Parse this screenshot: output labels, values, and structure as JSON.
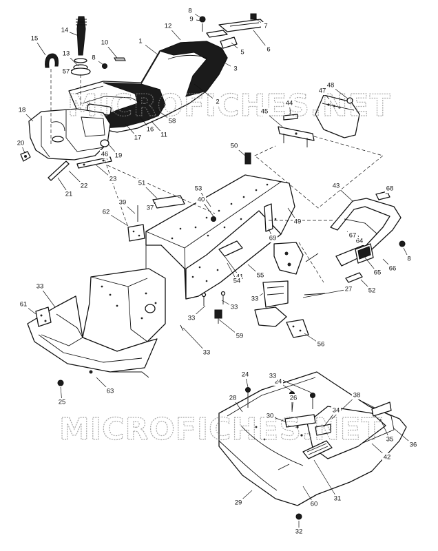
{
  "watermark": "MICROFICHES.NET",
  "callouts": [
    {
      "id": "1",
      "label": "1"
    },
    {
      "id": "2",
      "label": "2"
    },
    {
      "id": "3",
      "label": "3"
    },
    {
      "id": "5",
      "label": "5"
    },
    {
      "id": "6",
      "label": "6"
    },
    {
      "id": "7",
      "label": "7"
    },
    {
      "id": "8a",
      "label": "8"
    },
    {
      "id": "9",
      "label": "9"
    },
    {
      "id": "10",
      "label": "10"
    },
    {
      "id": "8b",
      "label": "8"
    },
    {
      "id": "11",
      "label": "11"
    },
    {
      "id": "12",
      "label": "12"
    },
    {
      "id": "13",
      "label": "13"
    },
    {
      "id": "14",
      "label": "14"
    },
    {
      "id": "15",
      "label": "15"
    },
    {
      "id": "16",
      "label": "16"
    },
    {
      "id": "17",
      "label": "17"
    },
    {
      "id": "18",
      "label": "18"
    },
    {
      "id": "19",
      "label": "19"
    },
    {
      "id": "20",
      "label": "20"
    },
    {
      "id": "21",
      "label": "21"
    },
    {
      "id": "22",
      "label": "22"
    },
    {
      "id": "23",
      "label": "23"
    },
    {
      "id": "44",
      "label": "44"
    },
    {
      "id": "45",
      "label": "45"
    },
    {
      "id": "46",
      "label": "46"
    },
    {
      "id": "47",
      "label": "47"
    },
    {
      "id": "48",
      "label": "48"
    },
    {
      "id": "50",
      "label": "50"
    },
    {
      "id": "57",
      "label": "57"
    },
    {
      "id": "58",
      "label": "58"
    },
    {
      "id": "37",
      "label": "37"
    },
    {
      "id": "39",
      "label": "39"
    },
    {
      "id": "40",
      "label": "40"
    },
    {
      "id": "41",
      "label": "41"
    },
    {
      "id": "43",
      "label": "43"
    },
    {
      "id": "49",
      "label": "49"
    },
    {
      "id": "51",
      "label": "51"
    },
    {
      "id": "53",
      "label": "53"
    },
    {
      "id": "54",
      "label": "54"
    },
    {
      "id": "55",
      "label": "55"
    },
    {
      "id": "62",
      "label": "62"
    },
    {
      "id": "64",
      "label": "64"
    },
    {
      "id": "65",
      "label": "65"
    },
    {
      "id": "66",
      "label": "66"
    },
    {
      "id": "67",
      "label": "67"
    },
    {
      "id": "68",
      "label": "68"
    },
    {
      "id": "69",
      "label": "69"
    },
    {
      "id": "8c",
      "label": "8"
    },
    {
      "id": "27",
      "label": "27"
    },
    {
      "id": "52",
      "label": "52"
    },
    {
      "id": "56",
      "label": "56"
    },
    {
      "id": "59",
      "label": "59"
    },
    {
      "id": "33a",
      "label": "33"
    },
    {
      "id": "33b",
      "label": "33"
    },
    {
      "id": "33c",
      "label": "33"
    },
    {
      "id": "33d",
      "label": "33"
    },
    {
      "id": "33e",
      "label": "33"
    },
    {
      "id": "61",
      "label": "61"
    },
    {
      "id": "63",
      "label": "63"
    },
    {
      "id": "25",
      "label": "25"
    },
    {
      "id": "24a",
      "label": "24"
    },
    {
      "id": "24b",
      "label": "24"
    },
    {
      "id": "33f",
      "label": "33"
    },
    {
      "id": "28",
      "label": "28"
    },
    {
      "id": "26",
      "label": "26"
    },
    {
      "id": "30",
      "label": "30"
    },
    {
      "id": "34",
      "label": "34"
    },
    {
      "id": "38",
      "label": "38"
    },
    {
      "id": "35",
      "label": "35"
    },
    {
      "id": "36",
      "label": "36"
    },
    {
      "id": "42",
      "label": "42"
    },
    {
      "id": "29",
      "label": "29"
    },
    {
      "id": "60",
      "label": "60"
    },
    {
      "id": "31",
      "label": "31"
    },
    {
      "id": "32",
      "label": "32"
    }
  ]
}
